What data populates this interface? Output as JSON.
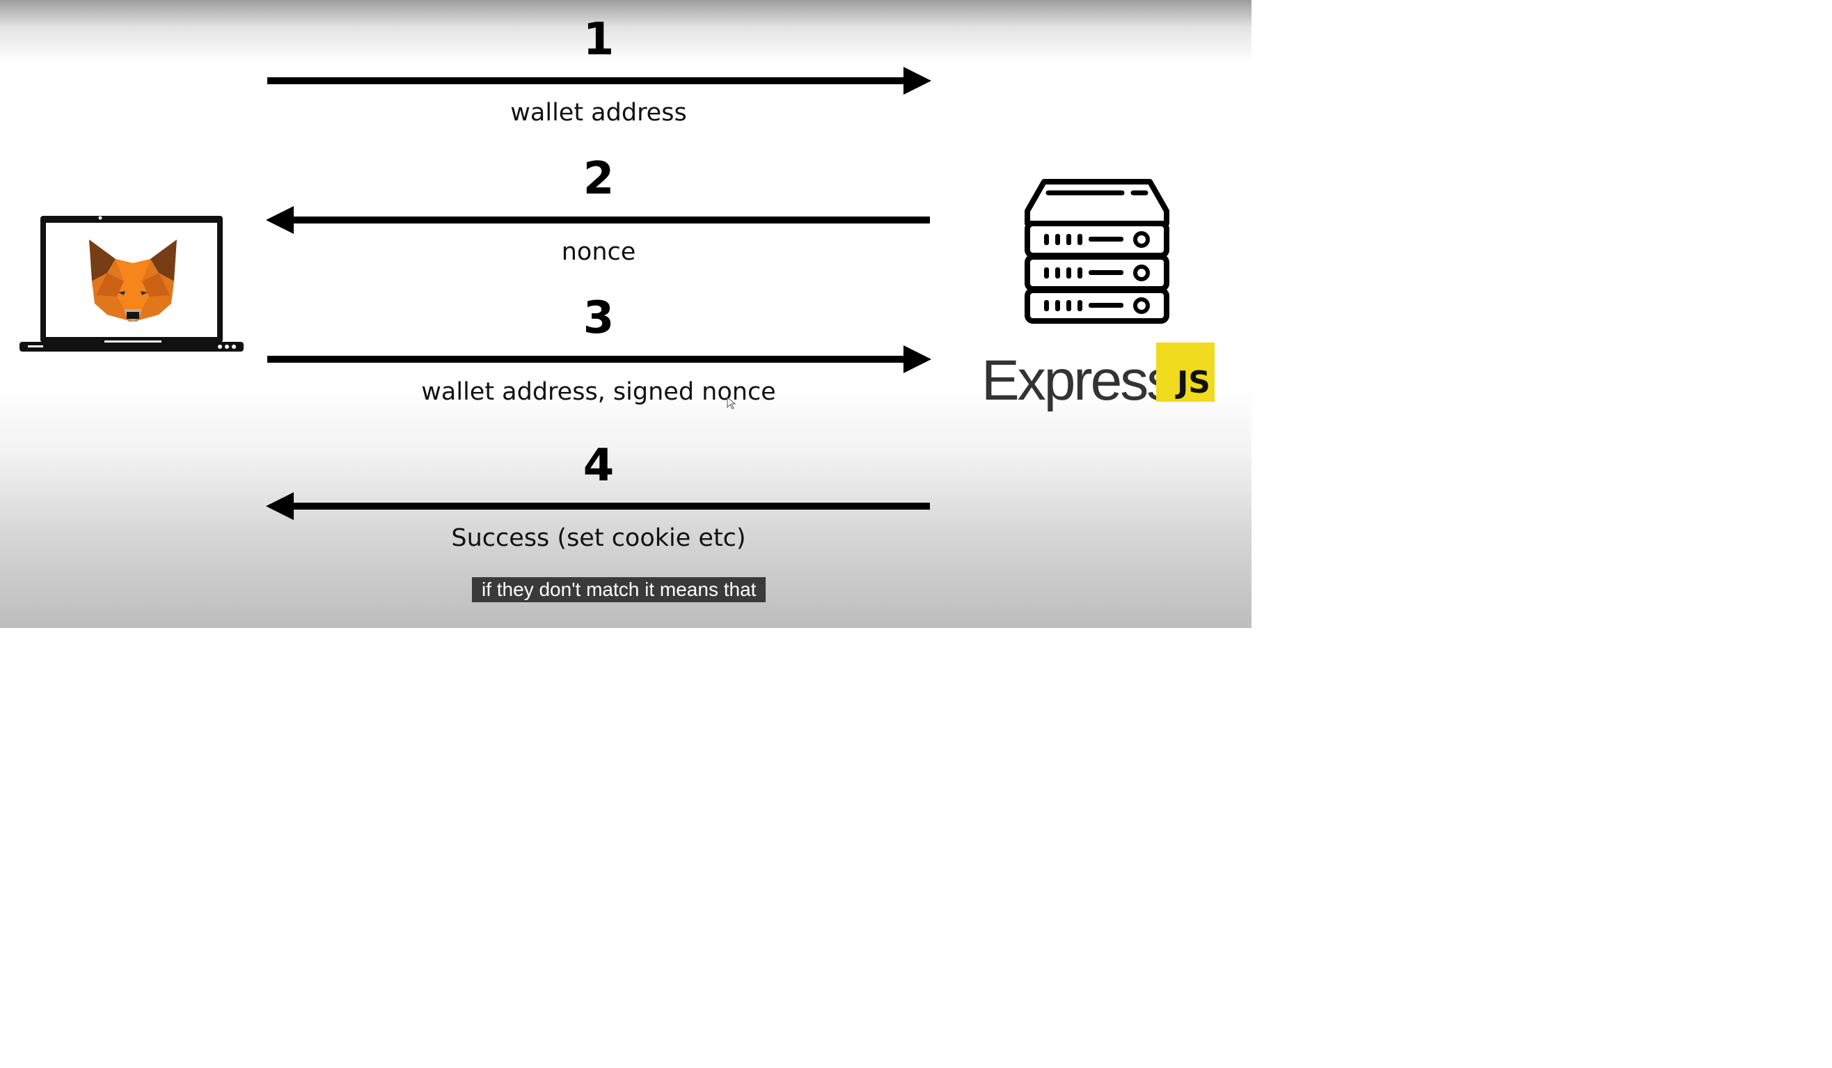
{
  "diagram": {
    "steps": [
      {
        "number": "1",
        "label": "wallet address",
        "direction": "right"
      },
      {
        "number": "2",
        "label": "nonce",
        "direction": "left"
      },
      {
        "number": "3",
        "label": "wallet address, signed nonce",
        "direction": "right"
      },
      {
        "number": "4",
        "label": "Success (set cookie etc)",
        "direction": "left"
      }
    ],
    "client_icon": "laptop-metamask-fox-icon",
    "server_icon": "server-rack-icon",
    "server_logo": {
      "word": "Express",
      "badge": "JS",
      "badge_color": "#f0db1e"
    }
  },
  "video": {
    "caption": "if they don't match it means that"
  },
  "colors": {
    "fox_orange": "#e2761b",
    "fox_dark": "#763d16",
    "arrow": "#000000"
  }
}
